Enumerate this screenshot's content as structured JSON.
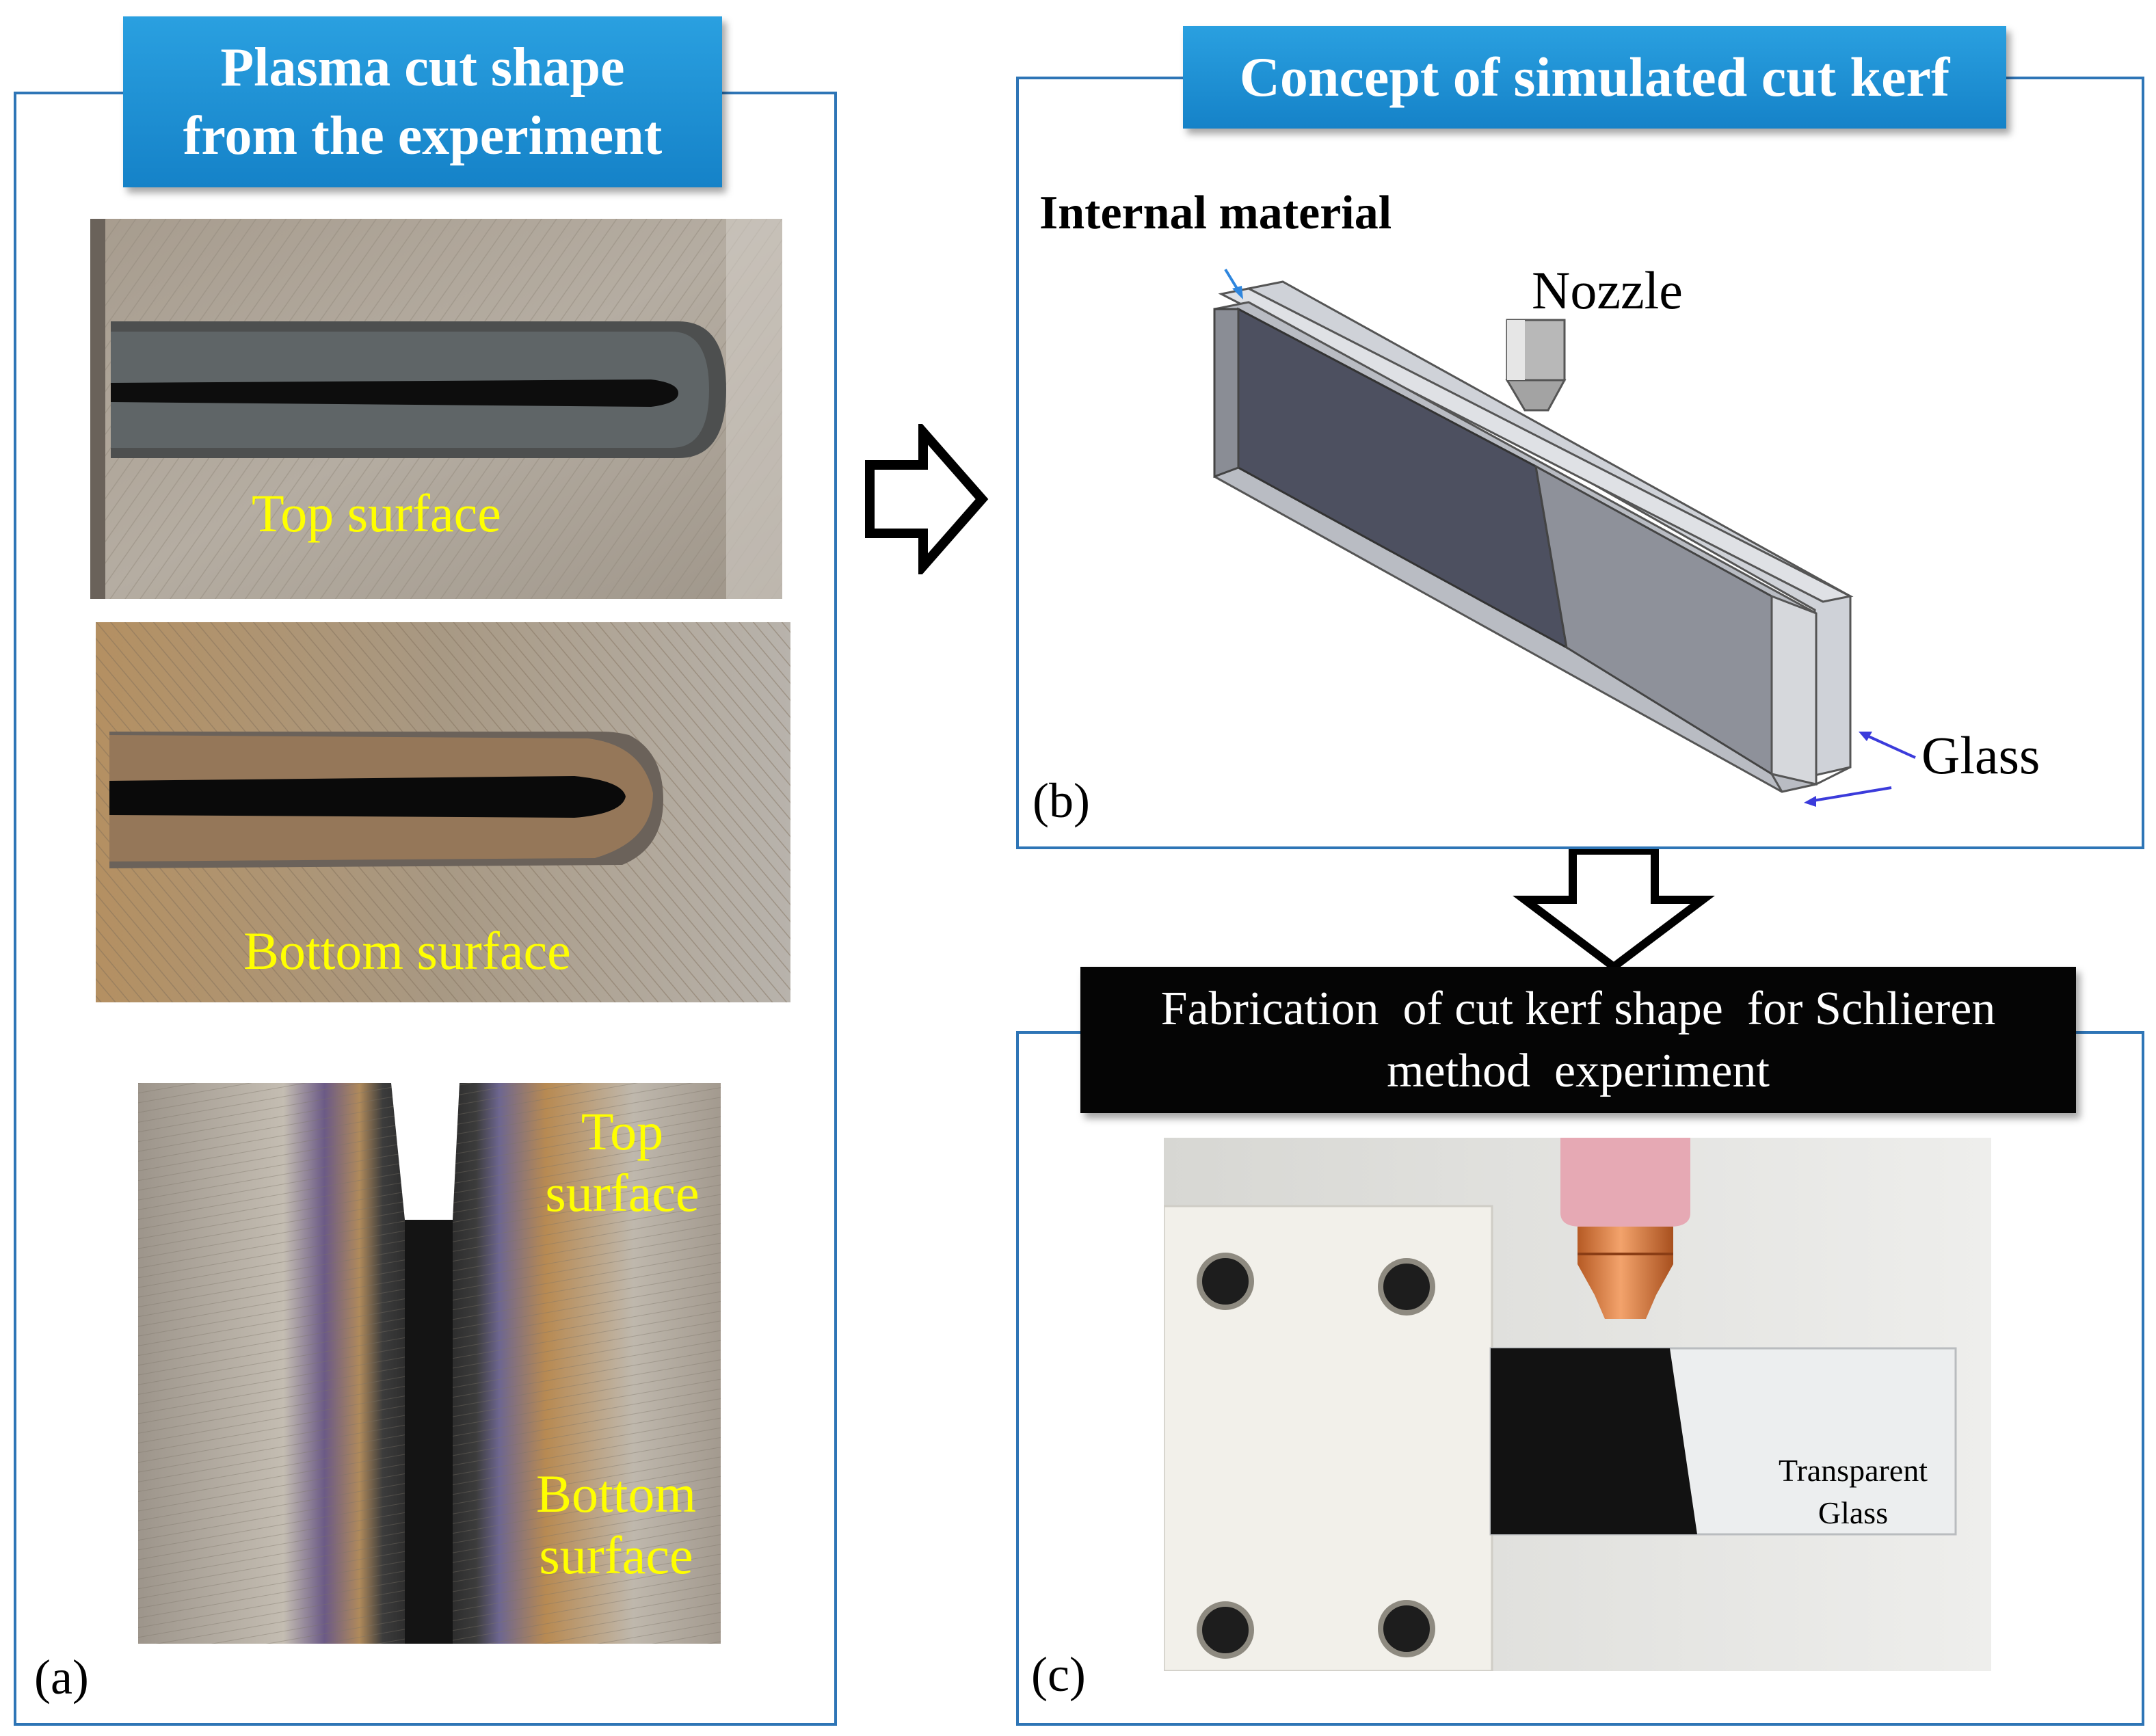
{
  "panel_a": {
    "title_line1": "Plasma cut shape",
    "title_line2": "from the experiment",
    "photo1_caption": "Top surface",
    "photo2_caption": "Bottom surface",
    "photo3_top_line1": "Top",
    "photo3_top_line2": "surface",
    "photo3_bottom_line1": "Bottom",
    "photo3_bottom_line2": "surface",
    "label": "(a)"
  },
  "panel_b": {
    "title": "Concept of simulated cut kerf",
    "internal_material": "Internal material",
    "nozzle": "Nozzle",
    "glass": "Glass",
    "label": "(b)"
  },
  "panel_c": {
    "title_line1": "Fabrication  of cut kerf shape  for Schlieren",
    "title_line2": "method  experiment",
    "transparent_line1": "Transparent",
    "transparent_line2": "Glass",
    "label": "(c)"
  },
  "colors": {
    "frame": "#2e75b6",
    "title_blue": "#1b8fd2",
    "caption_yellow": "#ffff00"
  }
}
